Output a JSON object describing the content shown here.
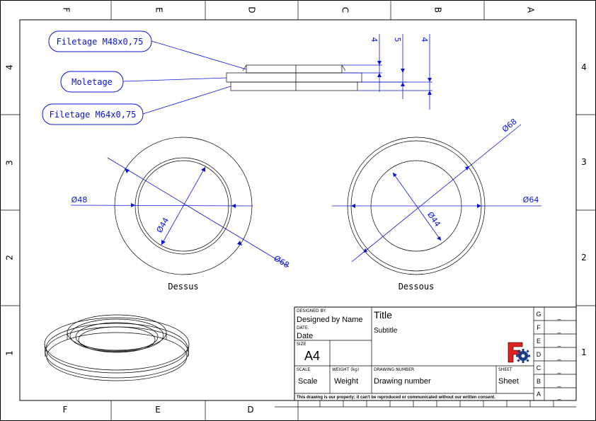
{
  "zones": {
    "top": [
      "F",
      "E",
      "D",
      "C",
      "B",
      "A"
    ],
    "bottom": [
      "F",
      "E",
      "D"
    ],
    "left": [
      "4",
      "3",
      "2",
      "1"
    ],
    "right": [
      "4",
      "3",
      "2",
      "1"
    ]
  },
  "callouts": {
    "thread_top": "Filetage M48x0,75",
    "knurl": "Moletage",
    "thread_bottom": "Filetage M64x0,75"
  },
  "side_dims": {
    "d1": "4",
    "d2": "5",
    "d3": "4"
  },
  "top_view": {
    "label": "Dessus",
    "dia_outer_small": "Ø48",
    "dia_inner": "Ø44",
    "dia_outer": "Ø68"
  },
  "bottom_view": {
    "label": "Dessous",
    "dia_outer": "Ø68",
    "dia_mid": "Ø64",
    "dia_inner": "Ø44"
  },
  "title_block": {
    "designed_by_caption": "DESIGNED BY:",
    "designed_by": "Designed by Name",
    "date_caption": "DATE:",
    "date": "Date",
    "size_caption": "SIZE",
    "size": "A4",
    "title": "Title",
    "subtitle": "Subtitle",
    "scale_caption": "SCALE",
    "scale": "Scale",
    "weight_caption": "WEIGHT (kg)",
    "weight": "Weight",
    "drawing_number_caption": "DRAWING NUMBER",
    "drawing_number": "Drawing number",
    "sheet_caption": "SHEET",
    "sheet": "Sheet",
    "notice": "This drawing is our property; it can't be reproduced or communicated without our written consent.",
    "revisions": [
      {
        "letter": "G",
        "value": "_"
      },
      {
        "letter": "F",
        "value": "_"
      },
      {
        "letter": "E",
        "value": "_"
      },
      {
        "letter": "D",
        "value": "_"
      },
      {
        "letter": "C",
        "value": "_"
      },
      {
        "letter": "B",
        "value": "_"
      },
      {
        "letter": "A",
        "value": "_"
      }
    ]
  },
  "colors": {
    "dimension": "#0a14d6",
    "logo_red": "#e02020",
    "logo_blue": "#1a3a8a"
  }
}
